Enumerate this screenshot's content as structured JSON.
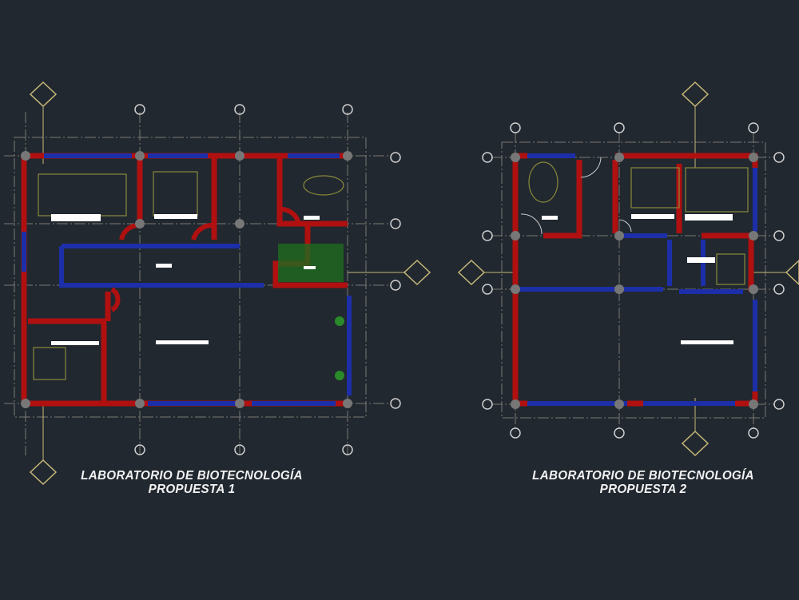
{
  "drawings": [
    {
      "title_line1": "LABORATORIO  DE BIOTECNOLOGÍA",
      "title_line2": "PROPUESTA 1"
    },
    {
      "title_line1": "LABORATORIO  DE BIOTECNOLOGÍA",
      "title_line2": "PROPUESTA 2"
    }
  ],
  "colors": {
    "background": "#212830",
    "masonry_wall": "#b01010",
    "glass_wall": "#1c2fa8",
    "grid_axis": "#7a7a72",
    "furniture": "#8a8a3a"
  }
}
